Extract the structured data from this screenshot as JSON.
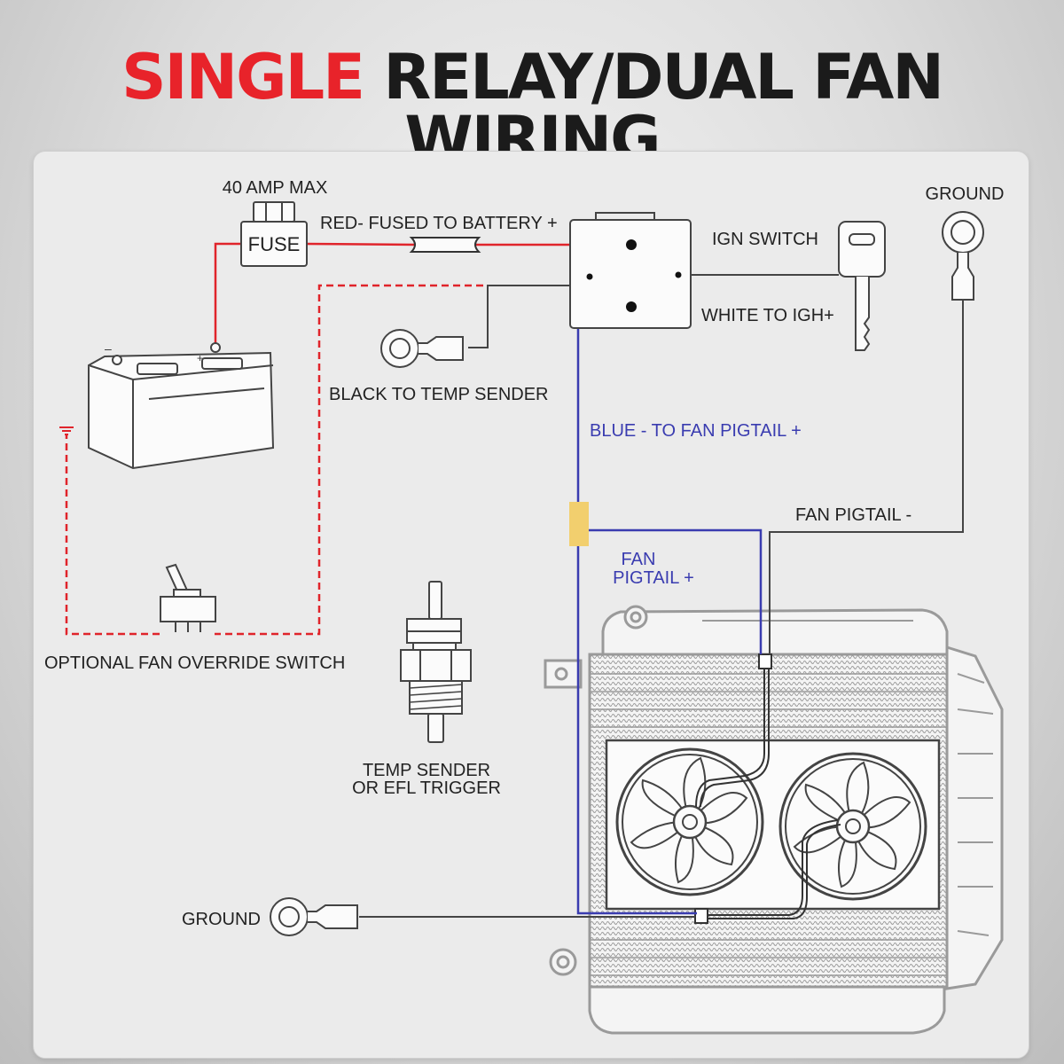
{
  "title": {
    "highlight": "SINGLE",
    "rest": " RELAY/DUAL FAN WIRING"
  },
  "colors": {
    "red_wire": "#e0242b",
    "blue_wire": "#3a3cb0",
    "black_wire": "#444444",
    "connector": "#f2cf6e",
    "title_red": "#e8232a"
  },
  "labels": {
    "amp_max": "40 AMP MAX",
    "fuse": "FUSE",
    "red_wire": "RED- FUSED TO BATTERY +",
    "ign_switch": "IGN SWITCH",
    "white_wire": "WHITE TO IGH+",
    "ground_top": "GROUND",
    "black_wire": "BLACK TO TEMP SENDER",
    "blue_wire": "BLUE - TO FAN PIGTAIL +",
    "fan_pigtail_neg": "FAN PIGTAIL -",
    "fan_pigtail_pos_1": "FAN",
    "fan_pigtail_pos_2": "PIGTAIL +",
    "override_switch": "OPTIONAL FAN OVERRIDE SWITCH",
    "temp_sender_1": "TEMP SENDER",
    "temp_sender_2": "OR EFL TRIGGER",
    "ground_bottom": "GROUND"
  },
  "icons": [
    "battery-icon",
    "fuse-icon",
    "relay-icon",
    "key-icon",
    "ring-terminal-icon",
    "toggle-switch-icon",
    "temp-sender-icon",
    "radiator-icon",
    "fan-icon"
  ]
}
